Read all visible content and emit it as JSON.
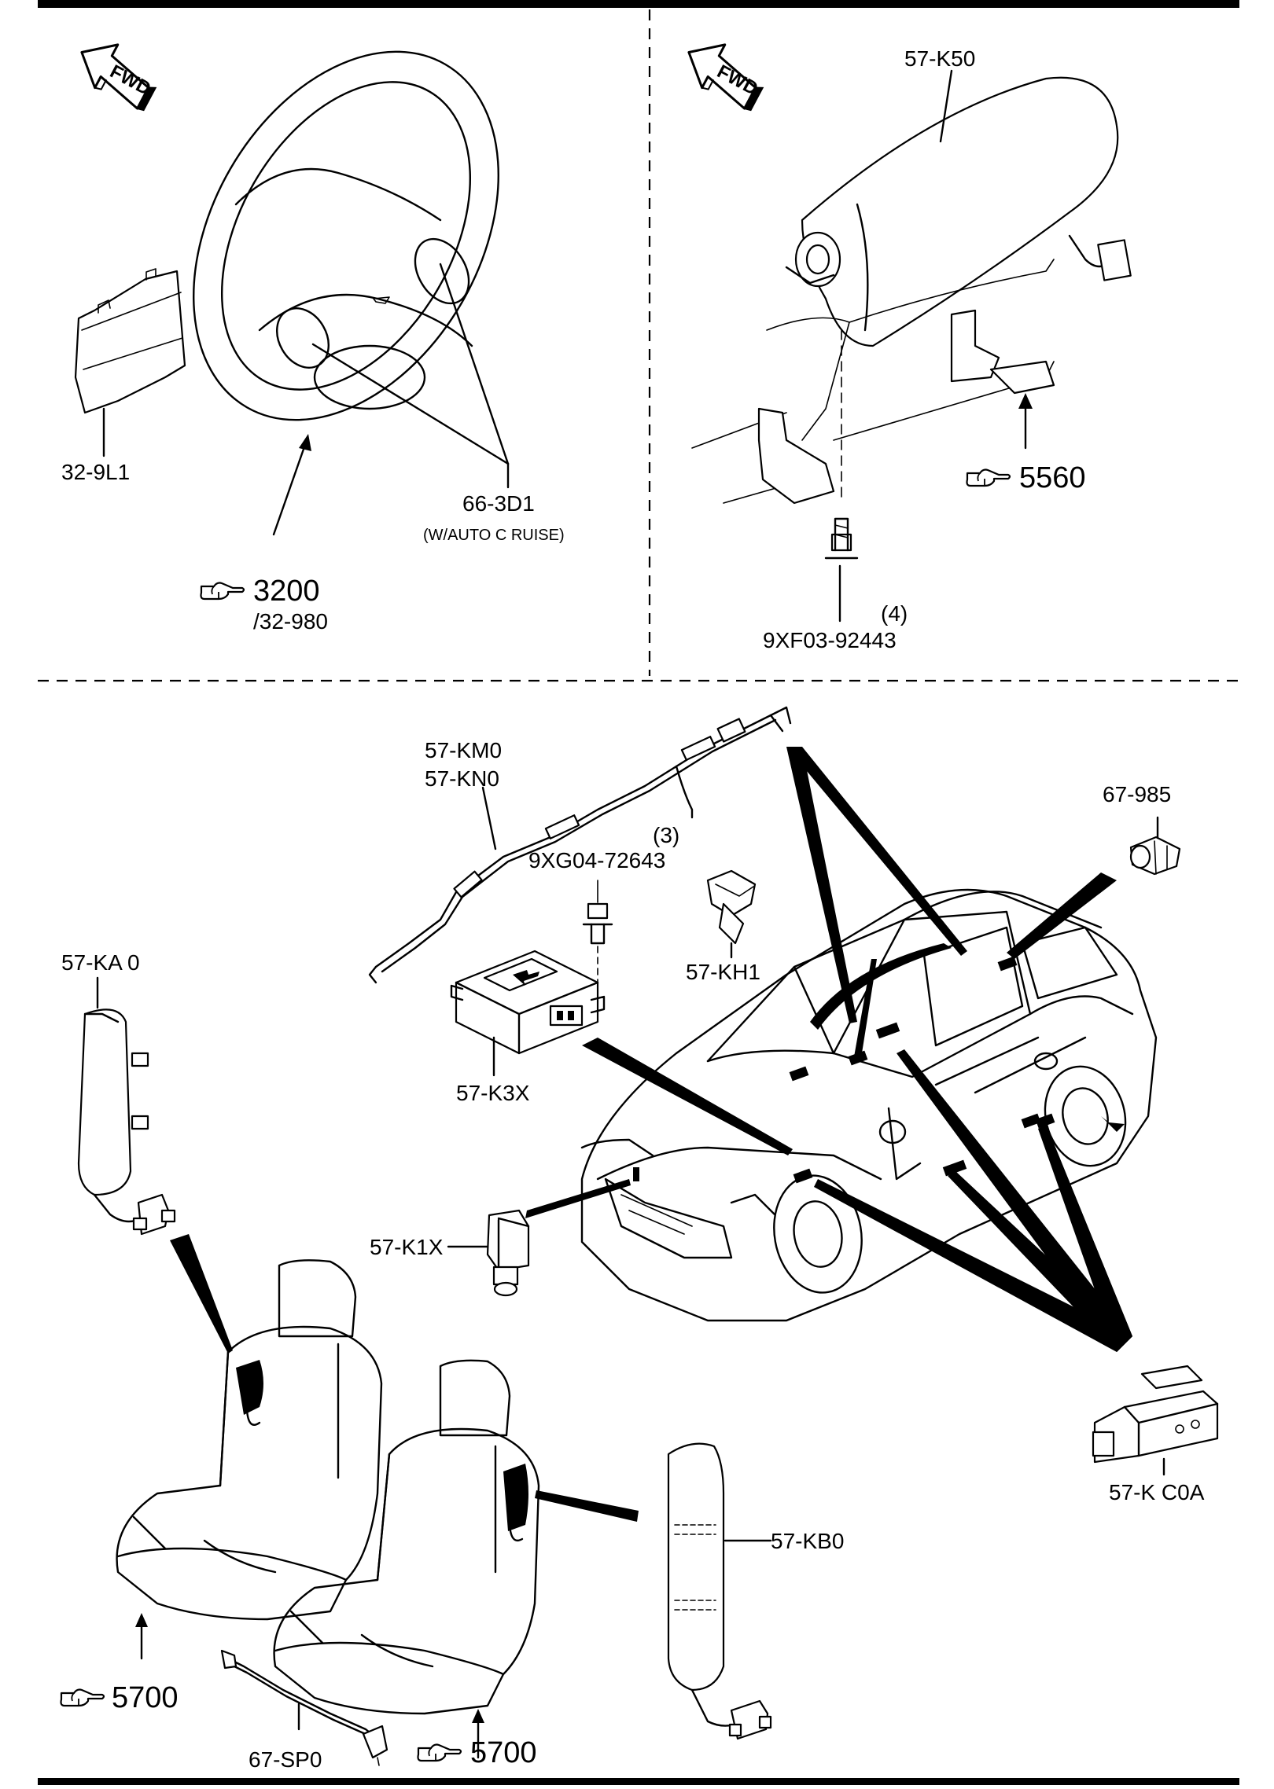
{
  "fwd_label": "FWD",
  "part_numbers": {
    "steering_cover": "32-9L1",
    "steering_switch": "66-3D1",
    "steering_switch_note": "(W/AUTO C RUISE)",
    "passenger_airbag": "57-K50",
    "bolt_front": "9XF03-92443",
    "bolt_front_qty": "(4)",
    "curtain_airbag_1": "57-KM0",
    "curtain_airbag_2": "57-KN0",
    "bolt_module": "9XG04-72643",
    "bolt_module_qty": "(3)",
    "clock_spring": "67-985",
    "side_airbag_left": "57-KA 0",
    "sensor_kh1": "57-KH1",
    "control_module": "57-K3X",
    "front_sensor": "57-K1X",
    "side_sensor": "57-K C0A",
    "side_airbag_right": "57-KB0",
    "seat_wire": "67-SP0"
  },
  "references": {
    "steering_wheel": "3200",
    "steering_wheel_sub": "/32-980",
    "instrument_panel": "5560",
    "seat_left": "5700",
    "seat_right": "5700"
  },
  "icons": {
    "pointer": "pointing-hand-icon",
    "arrow": "fwd-arrow-icon"
  }
}
